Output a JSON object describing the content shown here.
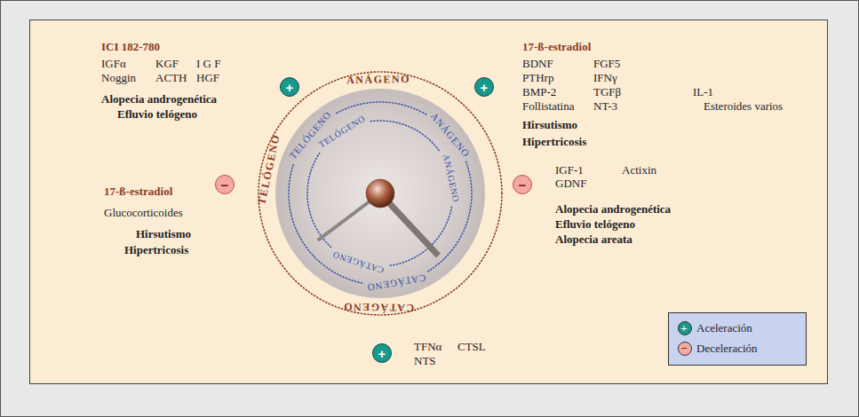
{
  "diagram": {
    "nodes": [
      {
        "text": [
          "ANÁGENO",
          "TELÓGENO",
          "CATÁGENO",
          "TELÓGENO",
          "ANÁGENO",
          "CATÁGENO",
          "TELÓGENO",
          "ANÁGENO",
          "CATÁGENO"
        ]
      },
      {
        "text": [
          "+"
        ]
      },
      {
        "text": [
          "+"
        ]
      },
      {
        "text": [
          "−"
        ]
      },
      {
        "text": [
          "−"
        ]
      },
      {
        "text": [
          "+"
        ]
      }
    ],
    "labels": [
      "ICI 182-780",
      "IGFα",
      "KGF",
      "I G F",
      "Noggin",
      "ACTH",
      "HGF",
      "Alopecia androgenética",
      "Efluvio telógeno",
      "17-ß-estradiol",
      "BDNF",
      "FGF5",
      "PTHrp",
      "IFNγ",
      "BMP-2",
      "TGFβ",
      "IL-1",
      "Follistatina",
      "NT-3",
      "Esteroides varios",
      "Hirsutismo",
      "Hipertricosis",
      "IGF-1",
      "Actixin",
      "GDNF",
      "Alopecia androgenética",
      "Efluvio telógeno",
      "Alopecia areata",
      "17-ß-estradiol",
      "Glucocorticoides",
      "Hirsutismo",
      "Hipertricosis",
      "TFNα",
      "CTSL",
      "NTS",
      "+",
      "−"
    ],
    "legend": [
      {
        "text": "Aceleración",
        "color": "#17998c"
      },
      {
        "text": "Deceleración",
        "color": "#f5a9a3"
      }
    ]
  }
}
